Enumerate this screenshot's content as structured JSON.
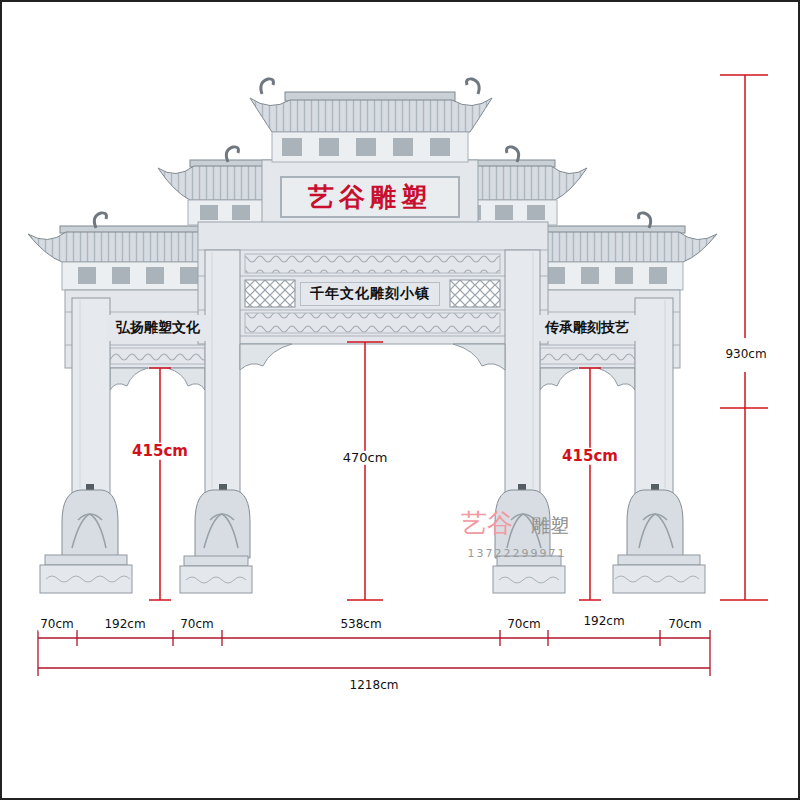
{
  "diagram": {
    "nodes": [
      {
        "text": [
          "艺谷雕塑"
        ]
      },
      {
        "text": [
          "千年文化雕刻小镇"
        ]
      },
      {
        "text": [
          "弘扬雕塑文化"
        ]
      },
      {
        "text": [
          "传承雕刻技艺"
        ]
      }
    ],
    "labels": [
      "415cm",
      "470cm",
      "415cm",
      "930cm",
      "艺谷",
      "雕塑",
      "13722299971",
      "70cm",
      "192cm",
      "70cm",
      "538cm",
      "70cm",
      "192cm",
      "70cm",
      "1218cm"
    ]
  }
}
